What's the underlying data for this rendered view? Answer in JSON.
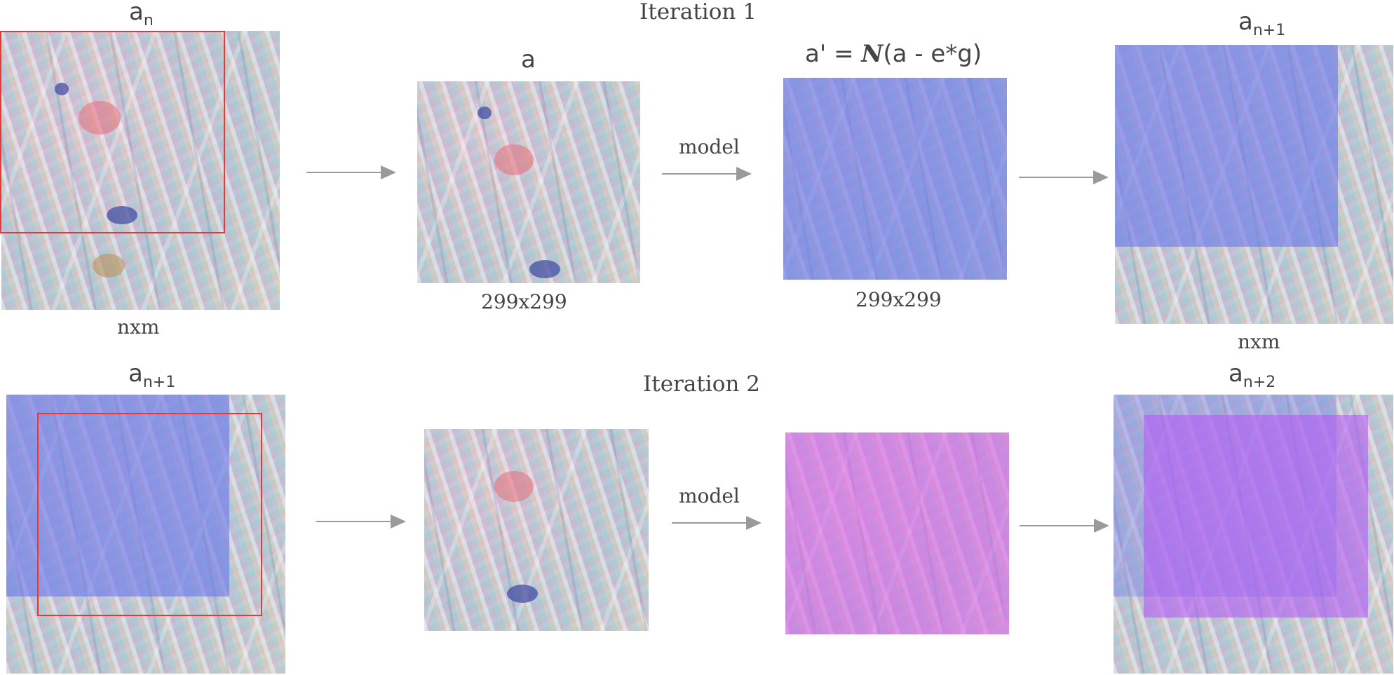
{
  "row1": {
    "title": "Iteration 1",
    "input_label": "a",
    "input_sub": "n",
    "input_size": "nxm",
    "crop_label": "a",
    "crop_size": "299x299",
    "model_label": "model",
    "formula": {
      "prefix": "a' = ",
      "norm": "N",
      "suffix": "(a - e*g)"
    },
    "out_size": "299x299",
    "output_label": "a",
    "output_sub": "n+1",
    "output_size": "nxm"
  },
  "row2": {
    "title": "Iteration 2",
    "input_label": "a",
    "input_sub": "n+1",
    "model_label": "model",
    "output_label": "a",
    "output_sub": "n+2"
  },
  "colors": {
    "crop_box": "#e53935",
    "arrow": "#9a9a9a",
    "blue_tint": "#6978eb",
    "purple_tint": "#b45af5",
    "pink_tint": "#d75feb",
    "text": "#444444"
  }
}
